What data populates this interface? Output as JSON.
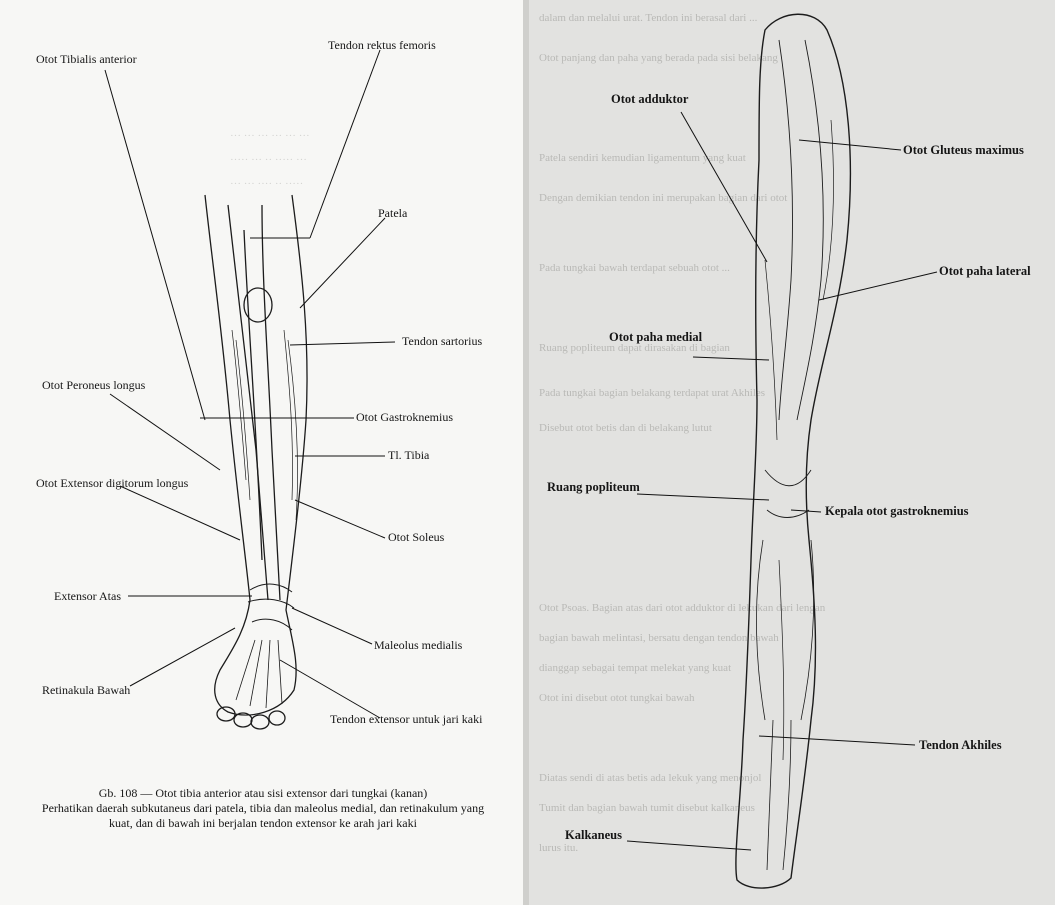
{
  "left_page": {
    "labels": {
      "tibialis_anterior": "Otot Tibialis anterior",
      "tendon_rektus": "Tendon rektus femoris",
      "patela": "Patela",
      "tendon_sartorius": "Tendon sartorius",
      "peroneus": "Otot Peroneus longus",
      "gastroknemius": "Otot Gastroknemius",
      "tl_tibia": "Tl. Tibia",
      "extensor_digitorum": "Otot Extensor digitorum longus",
      "soleus": "Otot Soleus",
      "extensor_atas": "Extensor Atas",
      "maleolus": "Maleolus medialis",
      "retinakula": "Retinakula Bawah",
      "tendon_extensor": "Tendon extensor untuk jari kaki"
    },
    "caption": {
      "line1": "Gb. 108 — Otot tibia anterior atau sisi extensor dari tungkai (kanan)",
      "line2": "Perhatikan daerah subkutaneus dari patela, tibia dan maleolus medial, dan retinakulum yang",
      "line3": "kuat, dan di bawah ini berjalan tendon extensor ke arah jari kaki"
    }
  },
  "right_page": {
    "labels": {
      "adduktor": "Otot adduktor",
      "gluteus": "Otot Gluteus maximus",
      "paha_lateral": "Otot paha lateral",
      "paha_medial": "Otot paha medial",
      "popliteum": "Ruang popliteum",
      "kepala_gastro": "Kepala otot gastroknemius",
      "akhiles": "Tendon Akhiles",
      "kalkaneus": "Kalkaneus"
    },
    "text_lines": [
      "dalam dan melalui urat. Tendon ini berasal dari ...",
      "Otot panjang dan paha yang berada pada sisi belakang",
      "Patela sendiri kemudian ligamentum yang kuat",
      "Dengan demikian tendon ini merupakan bagian dari otot",
      "Pada tungkai bawah terdapat sebuah otot ...",
      "Ruang popliteum dapat dirasakan di bagian",
      "Pada tungkai bagian belakang terdapat urat Akhiles",
      "Disebut otot betis dan di belakang lutut",
      "Otot Psoas. Bagian atas dari otot adduktor di lekukan dari lengan",
      "bagian bawah melintasi, bersatu dengan tendon bawah",
      "dianggap sebagai tempat melekat yang kuat",
      "Otot ini disebut otot tungkai bawah",
      "Diatas sendi di atas betis ada lekuk yang menonjol",
      "Tumit dan bagian bawah tumit disebut kalkaneus",
      "lurus itu."
    ]
  },
  "colors": {
    "paper_left": "#f7f7f5",
    "paper_right": "#e2e2e0",
    "ink": "#161616",
    "bleed_text": "#b9b9b6"
  }
}
